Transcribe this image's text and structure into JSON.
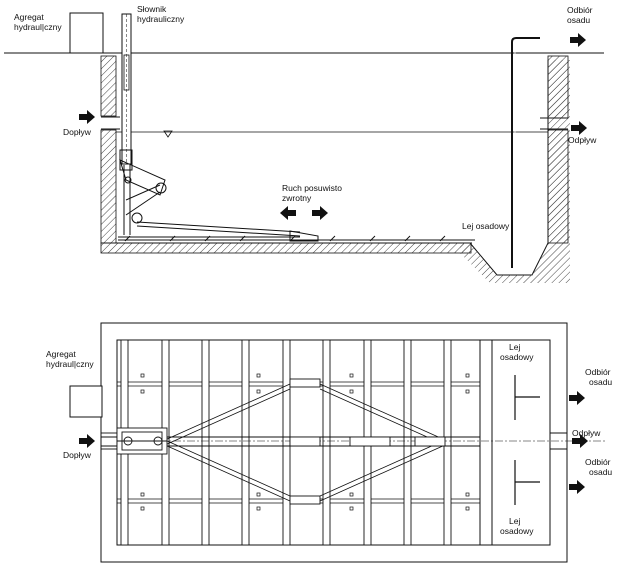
{
  "section": {
    "aggregate_line1": "Agregat",
    "aggregate_line2": "hydraul|czny",
    "actuator_line1": "Słownik",
    "actuator_line2": "hydrauliczny",
    "sludge_out_line1": "Odbiór",
    "sludge_out_line2": "osadu",
    "inflow": "Dopływ",
    "outflow": "Odpływ",
    "motion_line1": "Ruch posuwisto",
    "motion_line2": "zwrotny",
    "hopper": "Lej osadowy"
  },
  "plan": {
    "aggregate_line1": "Agregat",
    "aggregate_line2": "hydraul|czny",
    "inflow": "Dopływ",
    "outflow": "Odpływ",
    "sludge_out_top_line1": "Odbiór",
    "sludge_out_top_line2": "osadu",
    "sludge_out_bottom_line1": "Odbiór",
    "sludge_out_bottom_line2": "osadu",
    "hopper_top_line1": "Lej",
    "hopper_top_line2": "osadowy",
    "hopper_bottom_line1": "Lej",
    "hopper_bottom_line2": "osadowy"
  },
  "colors": {
    "line": "#111111",
    "hatch": "#444444",
    "fill": "#ffffff"
  }
}
